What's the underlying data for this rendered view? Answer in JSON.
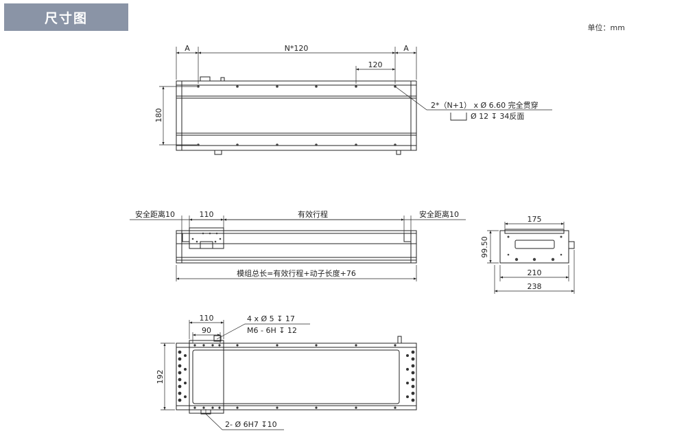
{
  "header": {
    "title": "尺寸图"
  },
  "unit_label": "单位：mm",
  "top_view": {
    "dim_a_left": "A",
    "dim_pitch_total": "N*120",
    "dim_a_right": "A",
    "dim_pitch": "120",
    "dim_height": "180",
    "callout_line1": "2*（N+1） x Ø 6.60 完全贯穿",
    "callout_line2": "Ø 12 ↧ 34反面"
  },
  "side_view": {
    "safety_left": "安全距离10",
    "slider_width": "110",
    "stroke": "有效行程",
    "safety_right": "安全距离10",
    "total_length": "模组总长=有效行程+动子长度+76"
  },
  "end_view": {
    "dim_top": "175",
    "dim_height": "99.50",
    "dim_inner": "210",
    "dim_outer": "238"
  },
  "bottom_view": {
    "dim_110": "110",
    "dim_90": "90",
    "dim_height": "192",
    "callout_holes": "4 x Ø  5  ↧ 17",
    "callout_thread": "M6 - 6H  ↧ 12",
    "callout_pin": "2- Ø 6H7 ↧10"
  }
}
